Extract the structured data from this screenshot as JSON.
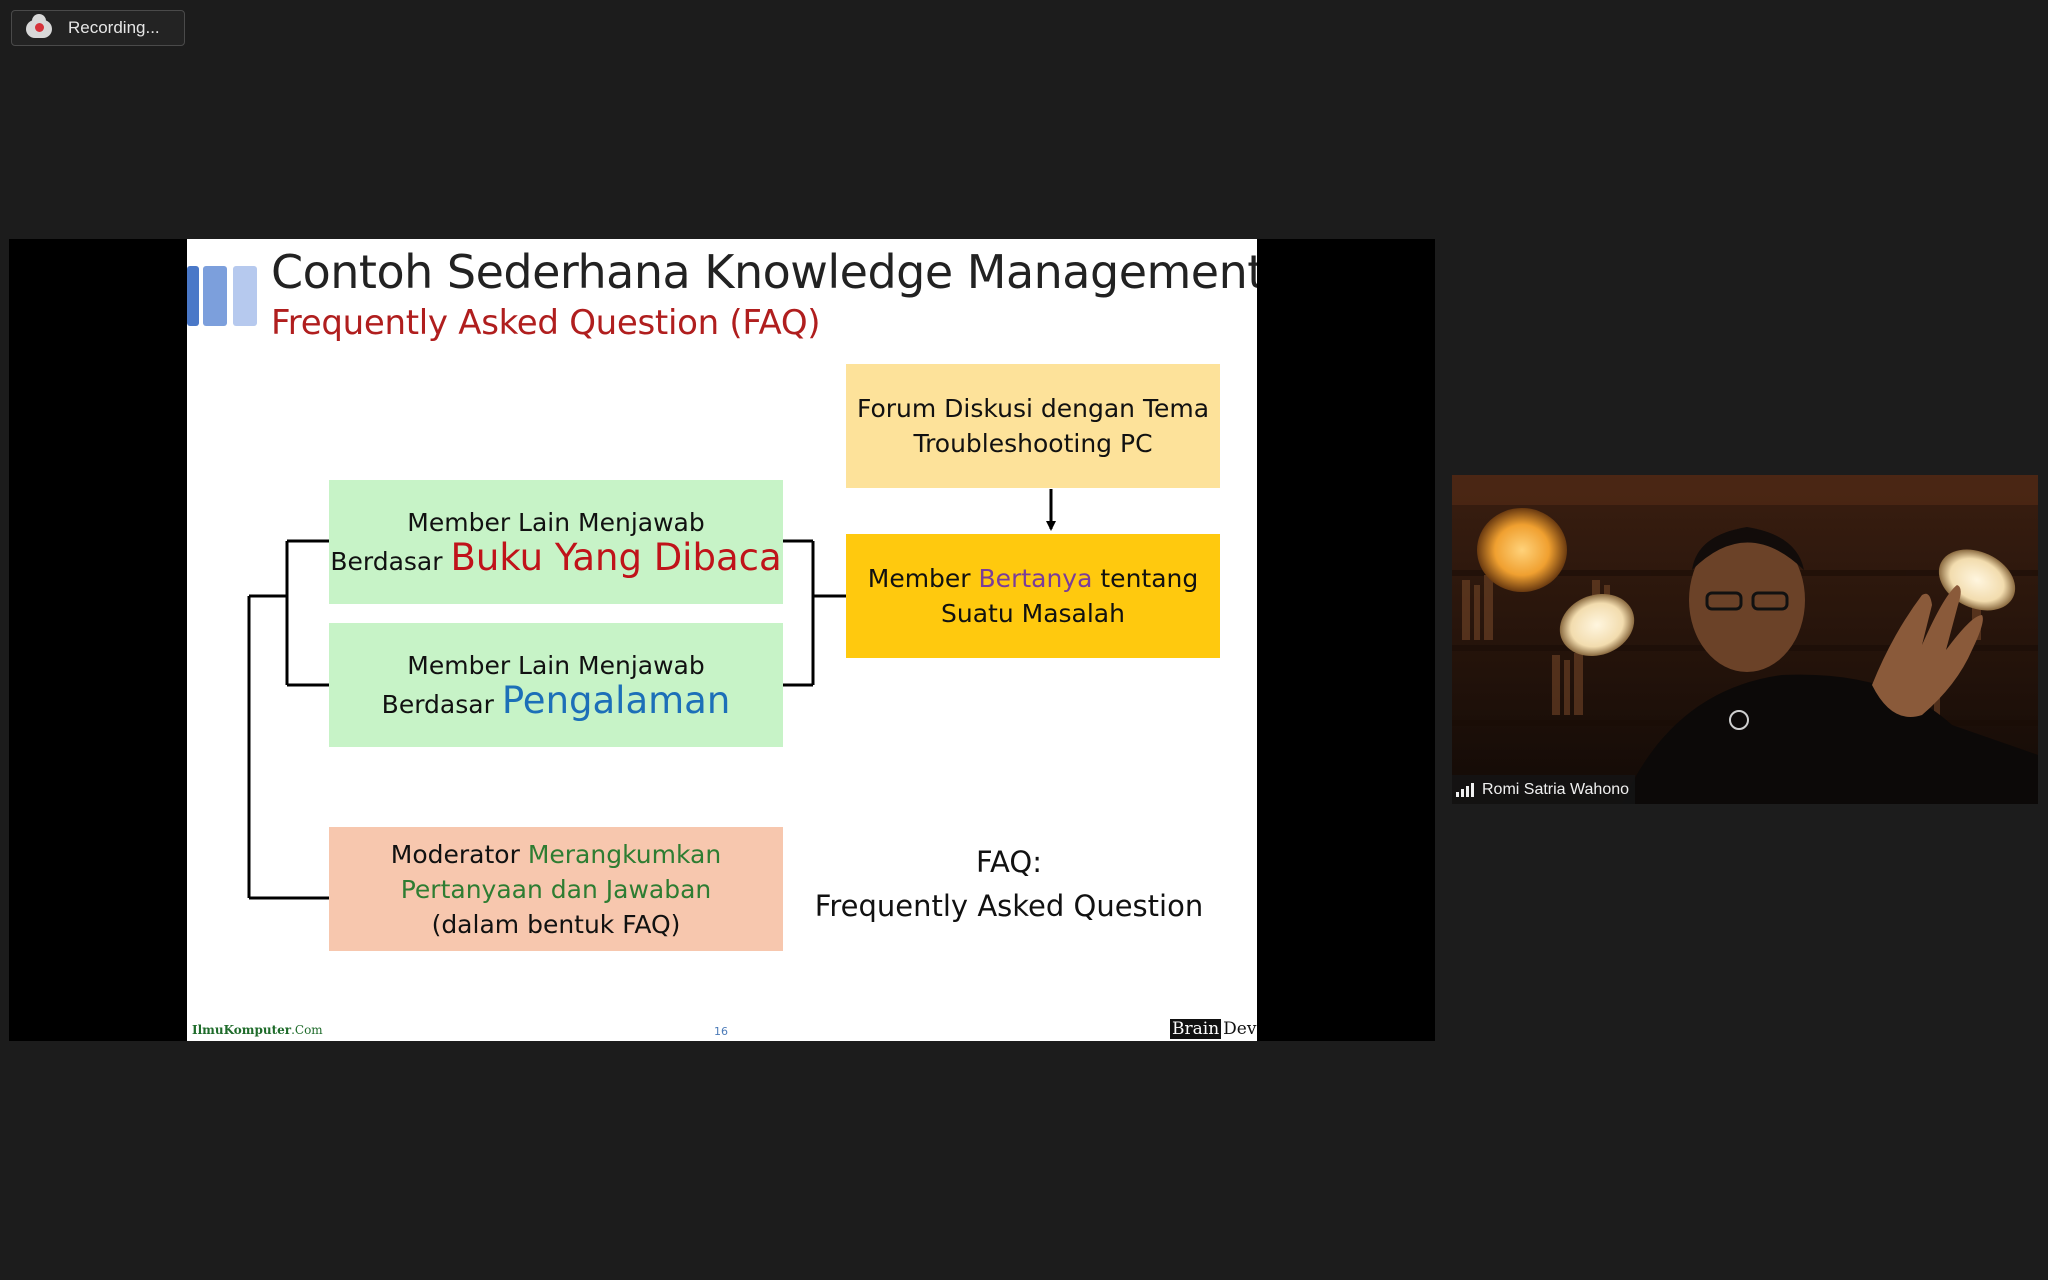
{
  "recording": {
    "label": "Recording..."
  },
  "slide": {
    "title": "Contoh Sederhana Knowledge Management:",
    "subtitle": "Frequently Asked Question (FAQ)",
    "forum_box": {
      "line1": "Forum Diskusi dengan Tema",
      "line2": "Troubleshooting PC"
    },
    "question_box": {
      "pre": "Member ",
      "highlight": "Bertanya",
      "post": " tentang",
      "line2": "Suatu Masalah"
    },
    "answer_book_box": {
      "line1": "Member Lain Menjawab",
      "pre": "Berdasar ",
      "highlight": "Buku Yang Dibaca"
    },
    "answer_exp_box": {
      "line1": "Member Lain Menjawab",
      "pre": "Berdasar ",
      "highlight": "Pengalaman"
    },
    "moderator_box": {
      "pre": "Moderator ",
      "highlight1": "Merangkumkan",
      "highlight2": "Pertanyaan dan Jawaban",
      "line3": "(dalam bentuk FAQ)"
    },
    "faq_label": {
      "line1": "FAQ:",
      "line2": "Frequently Asked Question"
    },
    "footer": {
      "left_brand": "IlmuKomputer",
      "left_suffix": ".Com",
      "page_number": "16",
      "brand_right_1": "Brain",
      "brand_right_2": "Devs"
    }
  },
  "participant": {
    "name": "Romi Satria Wahono"
  },
  "colors": {
    "background": "#1c1c1c",
    "title_red": "#b01e1e",
    "purple": "#7a3d9a",
    "red_text": "#c0131a",
    "blue_text": "#1c6fb8",
    "green_text": "#2e7d32",
    "forum_fill": "#fde29a",
    "question_fill": "#ffc90e",
    "answer_fill": "#c7f3c7",
    "moderator_fill": "#f7c7ae"
  },
  "icons": {
    "recording": "cloud-record-icon",
    "signal": "signal-strength-icon"
  }
}
